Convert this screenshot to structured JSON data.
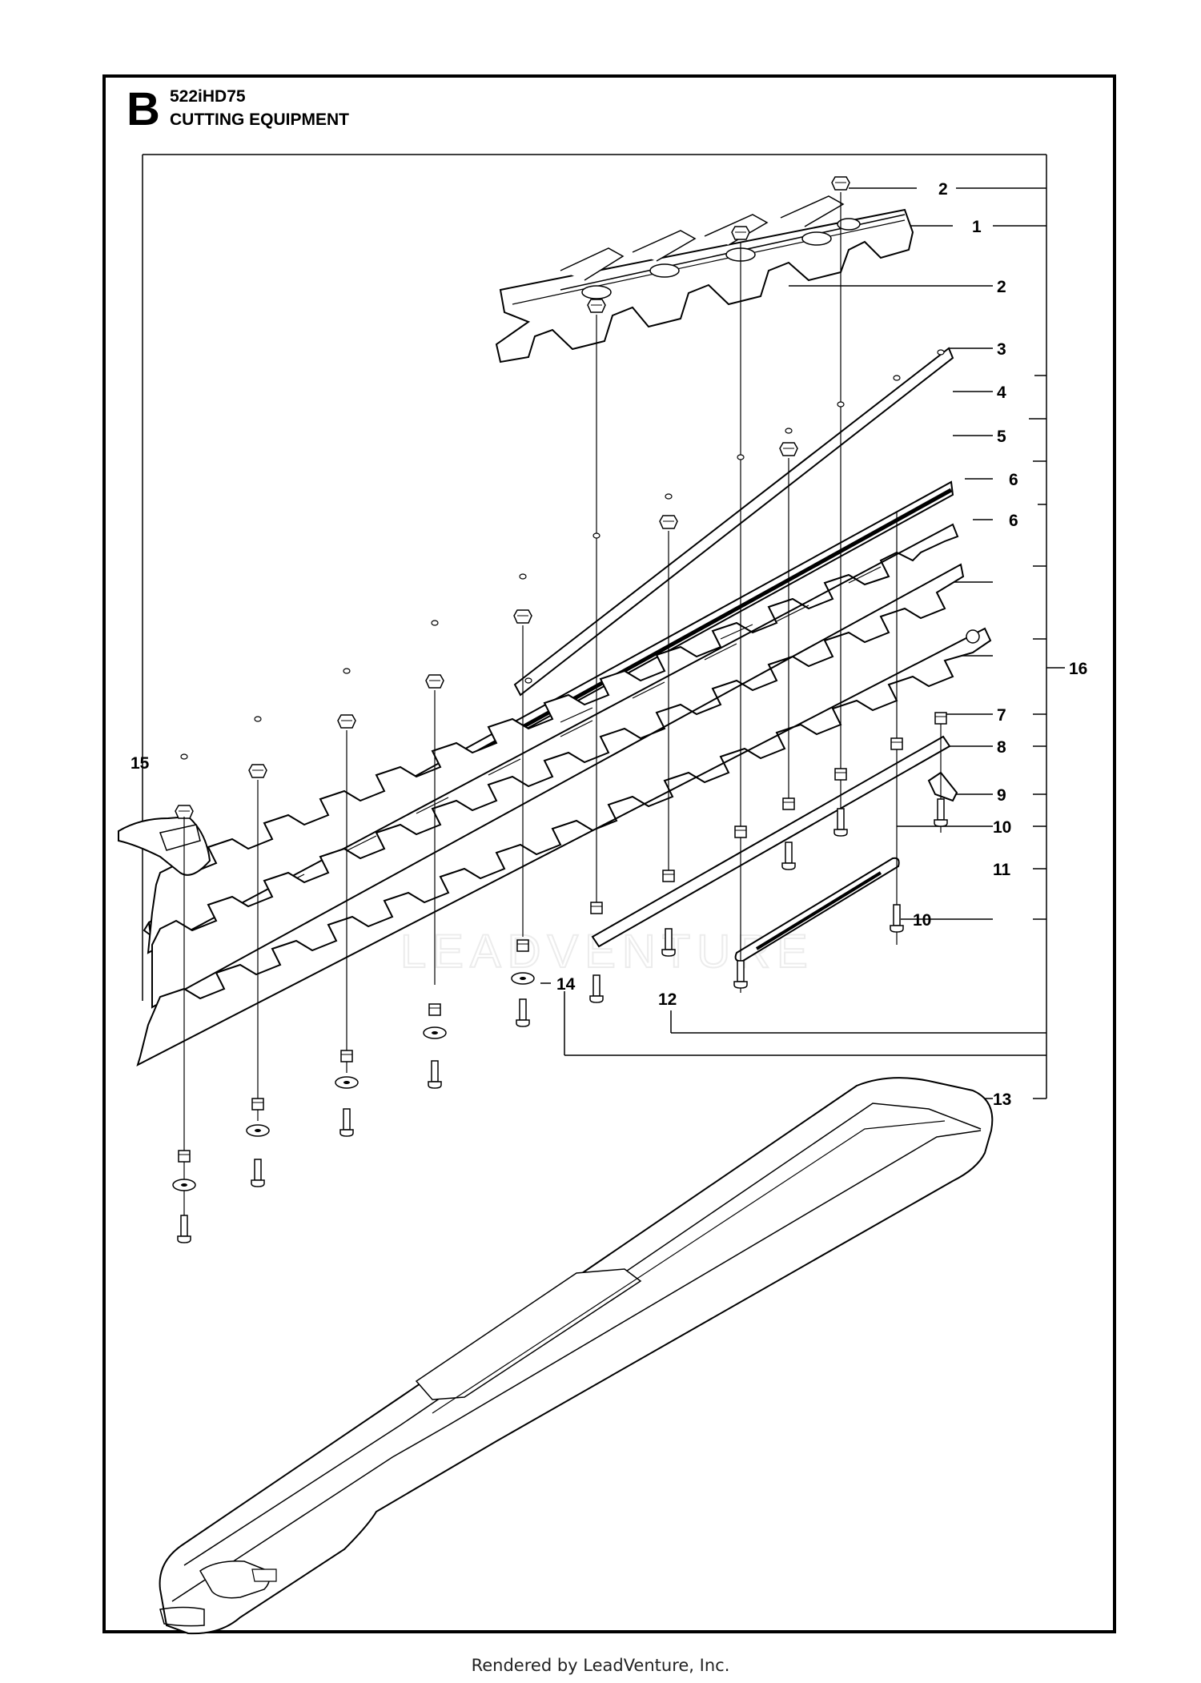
{
  "header": {
    "section_letter": "B",
    "model": "522iHD75",
    "title": "CUTTING EQUIPMENT"
  },
  "callouts": [
    "1",
    "2",
    "2",
    "3",
    "4",
    "5",
    "6",
    "6",
    "7",
    "8",
    "9",
    "10",
    "10",
    "11",
    "12",
    "13",
    "14",
    "15",
    "16"
  ],
  "watermark_text": "LEADVENTURE",
  "footer": "Rendered by LeadVenture, Inc."
}
